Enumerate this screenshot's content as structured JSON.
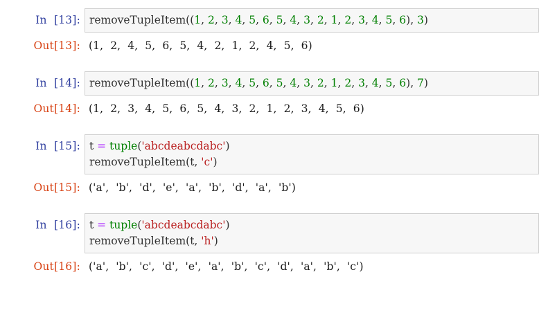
{
  "notebook": {
    "cells": [
      {
        "in_prompt": "In  [13]:",
        "out_prompt": "Out[13]:",
        "code_lines": [
          [
            {
              "t": "removeTupleItem",
              "c": "plain"
            },
            {
              "t": "((",
              "c": "punct"
            },
            {
              "t": "1",
              "c": "num"
            },
            {
              "t": ", ",
              "c": "punct"
            },
            {
              "t": "2",
              "c": "num"
            },
            {
              "t": ", ",
              "c": "punct"
            },
            {
              "t": "3",
              "c": "num"
            },
            {
              "t": ", ",
              "c": "punct"
            },
            {
              "t": "4",
              "c": "num"
            },
            {
              "t": ", ",
              "c": "punct"
            },
            {
              "t": "5",
              "c": "num"
            },
            {
              "t": ", ",
              "c": "punct"
            },
            {
              "t": "6",
              "c": "num"
            },
            {
              "t": ", ",
              "c": "punct"
            },
            {
              "t": "5",
              "c": "num"
            },
            {
              "t": ", ",
              "c": "punct"
            },
            {
              "t": "4",
              "c": "num"
            },
            {
              "t": ", ",
              "c": "punct"
            },
            {
              "t": "3",
              "c": "num"
            },
            {
              "t": ", ",
              "c": "punct"
            },
            {
              "t": "2",
              "c": "num"
            },
            {
              "t": ", ",
              "c": "punct"
            },
            {
              "t": "1",
              "c": "num"
            },
            {
              "t": ", ",
              "c": "punct"
            },
            {
              "t": "2",
              "c": "num"
            },
            {
              "t": ", ",
              "c": "punct"
            },
            {
              "t": "3",
              "c": "num"
            },
            {
              "t": ", ",
              "c": "punct"
            },
            {
              "t": "4",
              "c": "num"
            },
            {
              "t": ", ",
              "c": "punct"
            },
            {
              "t": "5",
              "c": "num"
            },
            {
              "t": ", ",
              "c": "punct"
            },
            {
              "t": "6",
              "c": "num"
            },
            {
              "t": "), ",
              "c": "punct"
            },
            {
              "t": "3",
              "c": "num"
            },
            {
              "t": ")",
              "c": "punct"
            }
          ]
        ],
        "code_text": "removeTupleItem((1, 2, 3, 4, 5, 6, 5, 4, 3, 2, 1, 2, 3, 4, 5, 6), 3)",
        "output": "(1,  2,  4,  5,  6,  5,  4,  2,  1,  2,  4,  5,  6)"
      },
      {
        "in_prompt": "In  [14]:",
        "out_prompt": "Out[14]:",
        "code_lines": [
          [
            {
              "t": "removeTupleItem",
              "c": "plain"
            },
            {
              "t": "((",
              "c": "punct"
            },
            {
              "t": "1",
              "c": "num"
            },
            {
              "t": ", ",
              "c": "punct"
            },
            {
              "t": "2",
              "c": "num"
            },
            {
              "t": ", ",
              "c": "punct"
            },
            {
              "t": "3",
              "c": "num"
            },
            {
              "t": ", ",
              "c": "punct"
            },
            {
              "t": "4",
              "c": "num"
            },
            {
              "t": ", ",
              "c": "punct"
            },
            {
              "t": "5",
              "c": "num"
            },
            {
              "t": ", ",
              "c": "punct"
            },
            {
              "t": "6",
              "c": "num"
            },
            {
              "t": ", ",
              "c": "punct"
            },
            {
              "t": "5",
              "c": "num"
            },
            {
              "t": ", ",
              "c": "punct"
            },
            {
              "t": "4",
              "c": "num"
            },
            {
              "t": ", ",
              "c": "punct"
            },
            {
              "t": "3",
              "c": "num"
            },
            {
              "t": ", ",
              "c": "punct"
            },
            {
              "t": "2",
              "c": "num"
            },
            {
              "t": ", ",
              "c": "punct"
            },
            {
              "t": "1",
              "c": "num"
            },
            {
              "t": ", ",
              "c": "punct"
            },
            {
              "t": "2",
              "c": "num"
            },
            {
              "t": ", ",
              "c": "punct"
            },
            {
              "t": "3",
              "c": "num"
            },
            {
              "t": ", ",
              "c": "punct"
            },
            {
              "t": "4",
              "c": "num"
            },
            {
              "t": ", ",
              "c": "punct"
            },
            {
              "t": "5",
              "c": "num"
            },
            {
              "t": ", ",
              "c": "punct"
            },
            {
              "t": "6",
              "c": "num"
            },
            {
              "t": "), ",
              "c": "punct"
            },
            {
              "t": "7",
              "c": "num"
            },
            {
              "t": ")",
              "c": "punct"
            }
          ]
        ],
        "code_text": "removeTupleItem((1, 2, 3, 4, 5, 6, 5, 4, 3, 2, 1, 2, 3, 4, 5, 6), 7)",
        "output": "(1,  2,  3,  4,  5,  6,  5,  4,  3,  2,  1,  2,  3,  4,  5,  6)"
      },
      {
        "in_prompt": "In  [15]:",
        "out_prompt": "Out[15]:",
        "code_lines": [
          [
            {
              "t": "t ",
              "c": "plain"
            },
            {
              "t": "=",
              "c": "op"
            },
            {
              "t": " ",
              "c": "plain"
            },
            {
              "t": "tuple",
              "c": "builtin"
            },
            {
              "t": "(",
              "c": "punct"
            },
            {
              "t": "'abcdeabcdabc'",
              "c": "str"
            },
            {
              "t": ")",
              "c": "punct"
            }
          ],
          [
            {
              "t": "removeTupleItem",
              "c": "plain"
            },
            {
              "t": "(t, ",
              "c": "punct"
            },
            {
              "t": "'c'",
              "c": "str"
            },
            {
              "t": ")",
              "c": "punct"
            }
          ]
        ],
        "code_text": "t = tuple('abcdeabcdabc')\nremoveTupleItem(t, 'c')",
        "output": "('a',  'b',  'd',  'e',  'a',  'b',  'd',  'a',  'b')"
      },
      {
        "in_prompt": "In  [16]:",
        "out_prompt": "Out[16]:",
        "code_lines": [
          [
            {
              "t": "t ",
              "c": "plain"
            },
            {
              "t": "=",
              "c": "op"
            },
            {
              "t": " ",
              "c": "plain"
            },
            {
              "t": "tuple",
              "c": "builtin"
            },
            {
              "t": "(",
              "c": "punct"
            },
            {
              "t": "'abcdeabcdabc'",
              "c": "str"
            },
            {
              "t": ")",
              "c": "punct"
            }
          ],
          [
            {
              "t": "removeTupleItem",
              "c": "plain"
            },
            {
              "t": "(t, ",
              "c": "punct"
            },
            {
              "t": "'h'",
              "c": "str"
            },
            {
              "t": ")",
              "c": "punct"
            }
          ]
        ],
        "code_text": "t = tuple('abcdeabcdabc')\nremoveTupleItem(t, 'h')",
        "output": "('a',  'b',  'c',  'd',  'e',  'a',  'b',  'c',  'd',  'a',  'b',  'c')"
      }
    ]
  },
  "colors": {
    "in_prompt": "#303F9F",
    "out_prompt": "#D84315",
    "code_text": "#303030",
    "number": "#008000",
    "builtin": "#008000",
    "string": "#BA2121",
    "operator": "#AA22FF",
    "input_bg": "#F7F7F7",
    "input_border": "#CFCFCF",
    "page_bg": "#FFFFFF"
  }
}
